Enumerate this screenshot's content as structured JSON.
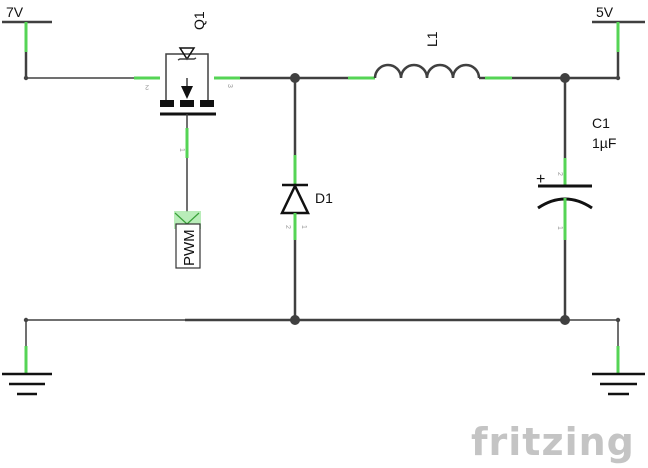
{
  "nets": {
    "input_label": "7V",
    "output_label": "5V"
  },
  "components": {
    "mosfet": {
      "ref": "Q1",
      "pin_left": "2",
      "pin_right": "3",
      "pin_gate": "1"
    },
    "inductor": {
      "ref": "L1"
    },
    "diode": {
      "ref": "D1",
      "pin_a": "2",
      "pin_b": "1"
    },
    "capacitor": {
      "ref": "C1",
      "value": "1µF",
      "polarity": "+",
      "pin_top": "2",
      "pin_bottom": "1"
    },
    "pwm_connector": {
      "label": "PWM"
    }
  },
  "branding": {
    "logo_text": "fritzing"
  },
  "colors": {
    "wire": "#404040",
    "pin_highlight": "#55d455",
    "background": "#ffffff",
    "logo": "#c4c4c4"
  }
}
